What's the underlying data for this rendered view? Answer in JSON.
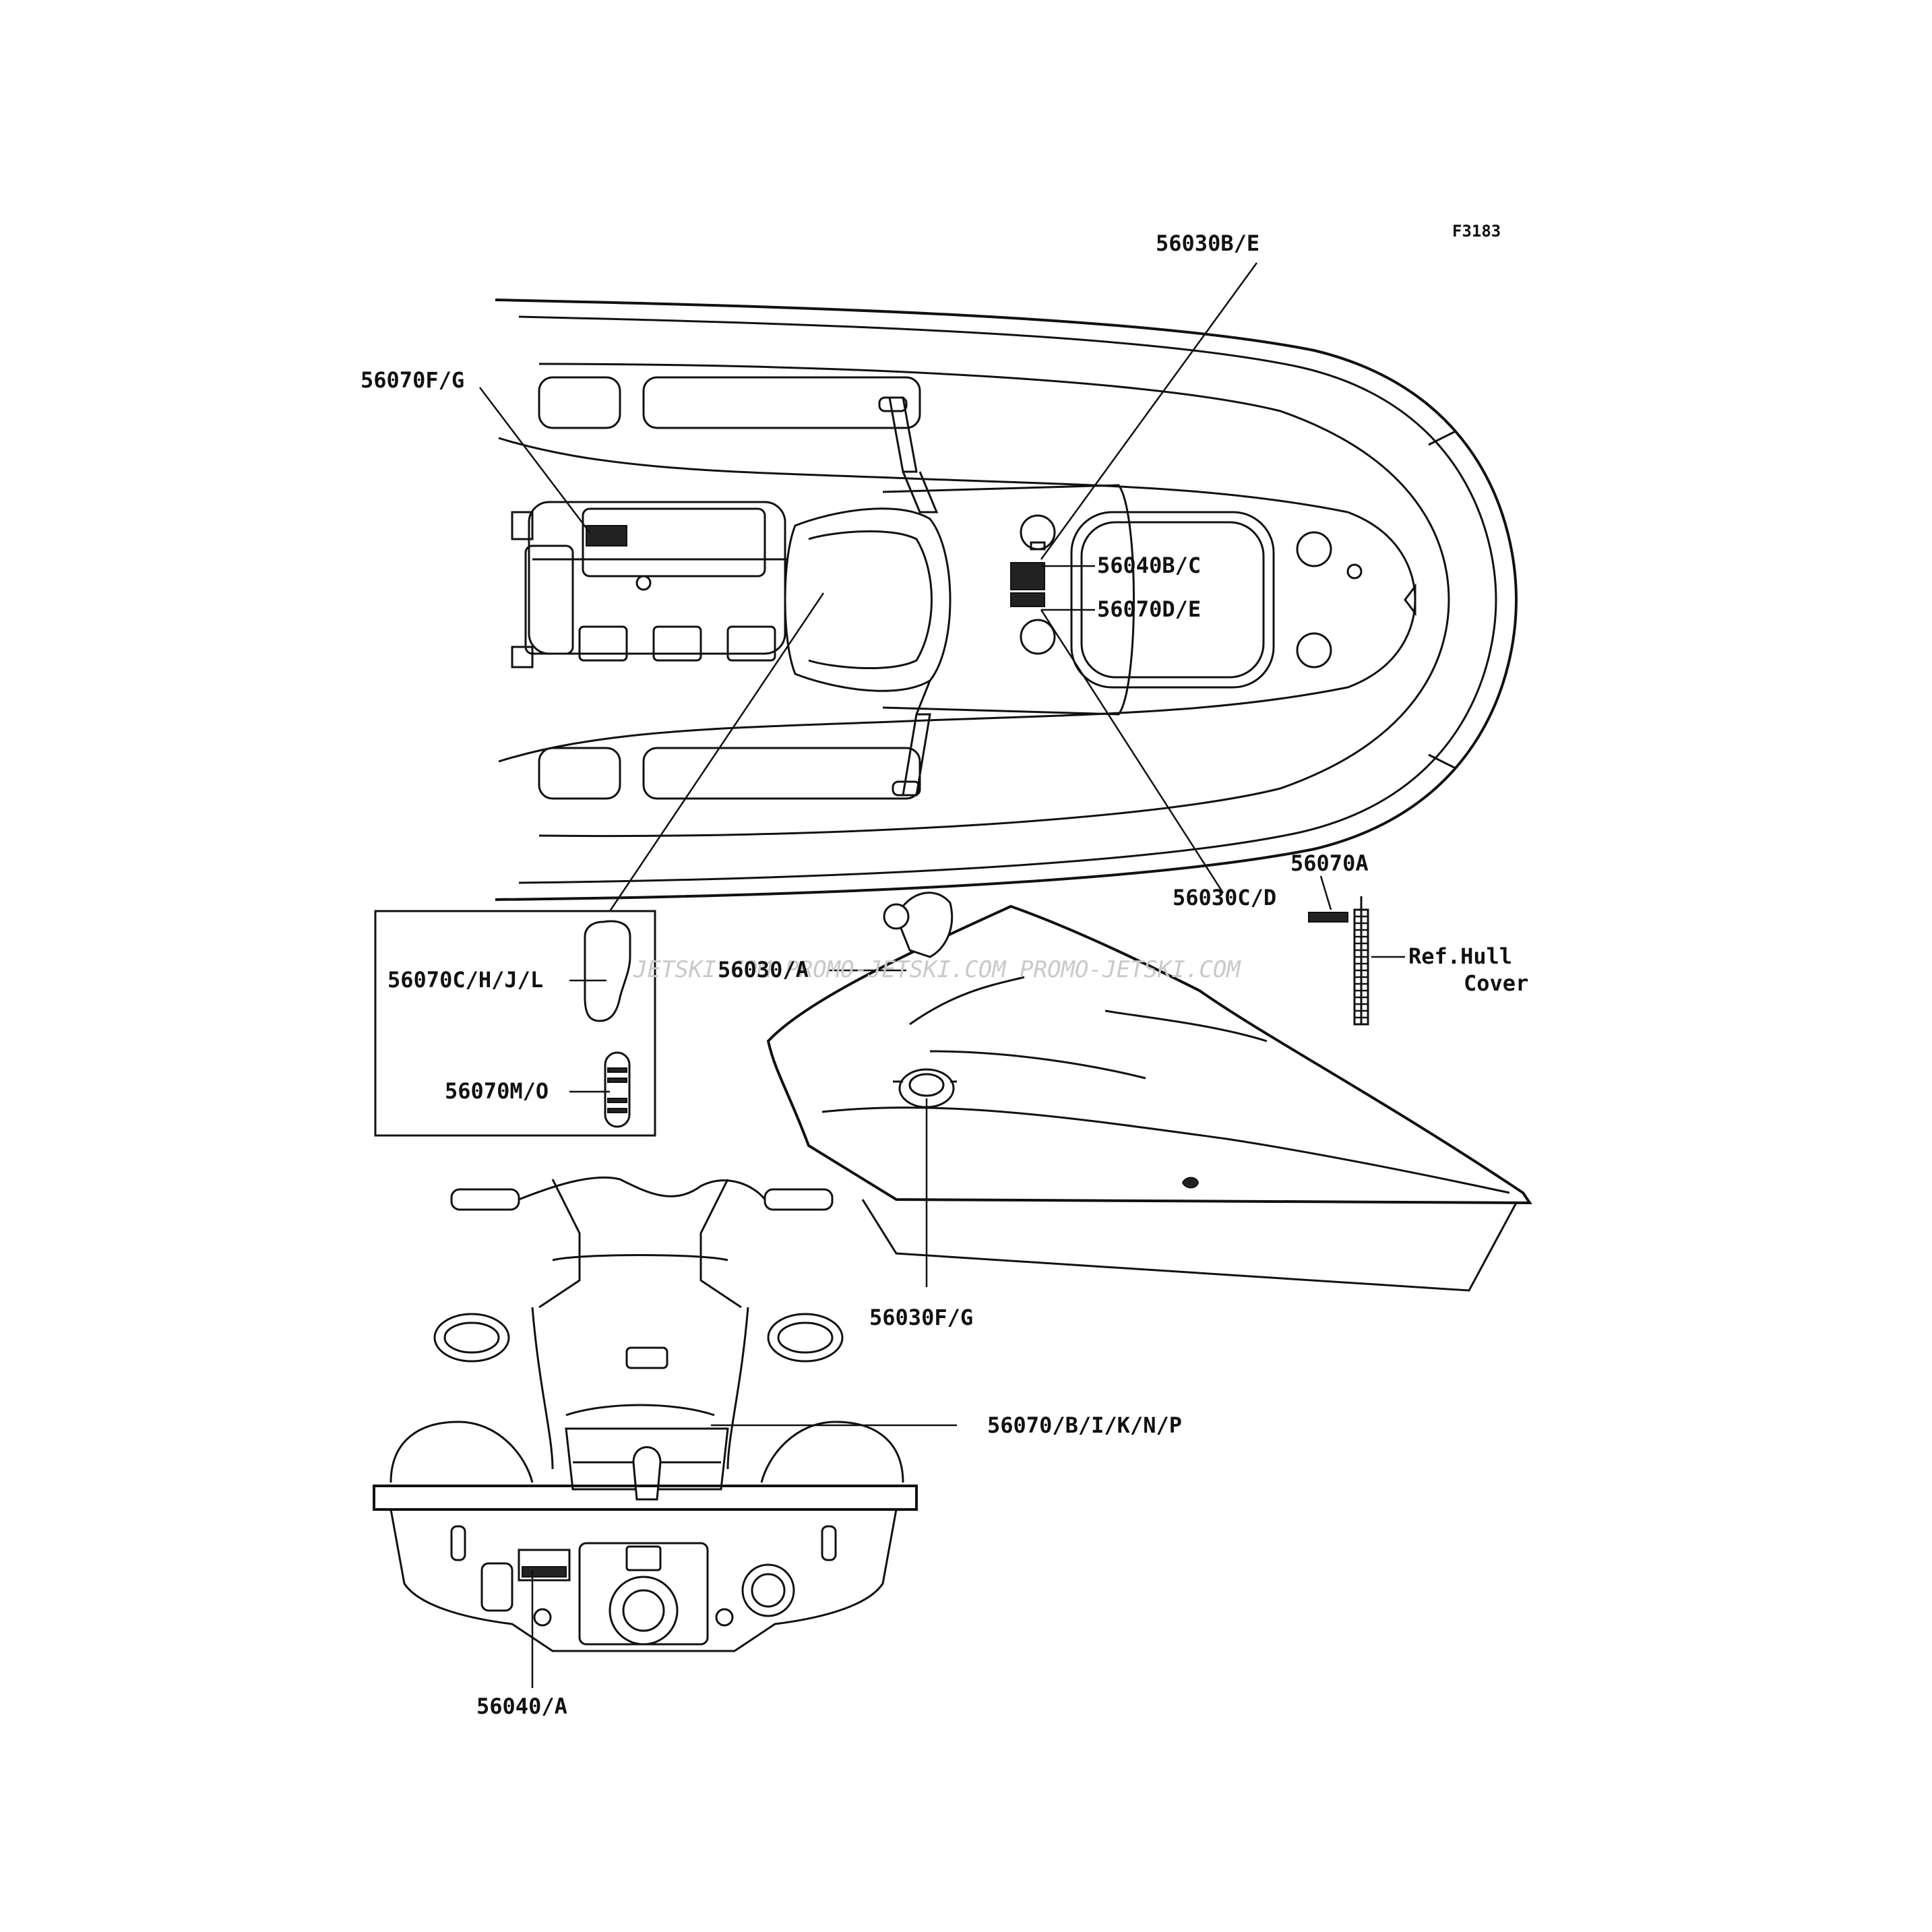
{
  "figure_id": "F3183",
  "watermark": "JETSKI.COM  PROMO-JETSKI.COM  PROMO-JETSKI.COM",
  "callouts": {
    "c56030BE": "56030B/E",
    "c56070FG": "56070F/G",
    "c56040BC": "56040B/C",
    "c56070DE": "56070D/E",
    "c56030CD": "56030C/D",
    "c56070A": "56070A",
    "ref_hull_line1": "Ref.Hull",
    "ref_hull_line2": "Cover",
    "c56030A": "56030/A",
    "c56070CHJL": "56070C/H/J/L",
    "c56070MO": "56070M/O",
    "c56030FG": "56030F/G",
    "c56070BIKNP": "56070/B/I/K/N/P",
    "c56040A": "56040/A"
  }
}
